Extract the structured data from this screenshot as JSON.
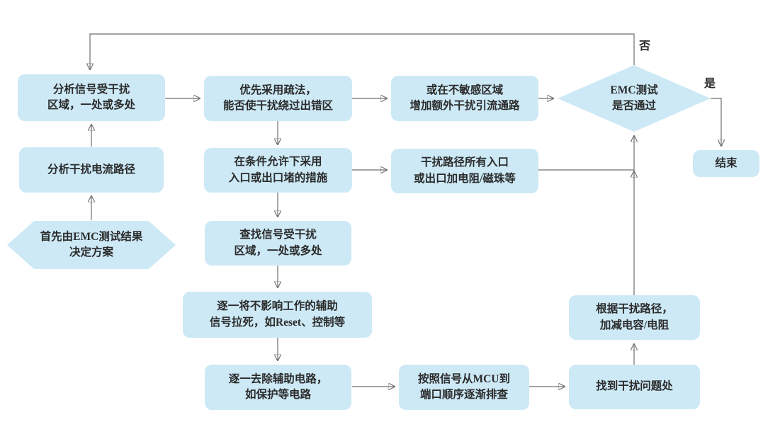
{
  "flowchart": {
    "nodes": {
      "analyze_area": {
        "label": "分析信号受干扰\n区域，一处或多处"
      },
      "analyze_path": {
        "label": "分析干扰电流路径"
      },
      "start_hexagon": {
        "label": "首先由EMC测试结果\n决定方案"
      },
      "prefer_divert": {
        "label": "优先采用疏法，\n能否使干扰绕过出错区"
      },
      "block_measure": {
        "label": "在条件允许下采用\n入口或出口堵的措施"
      },
      "find_area": {
        "label": "查找信号受干扰\n区域，一处或多处"
      },
      "pull_signals": {
        "label": "逐一将不影响工作的辅助\n信号拉死，如Reset、控制等"
      },
      "remove_aux": {
        "label": "逐一去除辅助电路，\n如保护等电路"
      },
      "extra_path": {
        "label": "或在不敏感区域\n增加额外干扰引流通路"
      },
      "add_resistor": {
        "label": "干扰路径所有入口\n或出口加电阻/磁珠等"
      },
      "check_mcu": {
        "label": "按照信号从MCU到\n端口顺序逐渐排查"
      },
      "find_problem": {
        "label": "找到干扰问题处"
      },
      "adjust_rc": {
        "label": "根据干扰路径，\n加减电容/电阻"
      },
      "emc_decision": {
        "label": "EMC测试\n是否通过"
      },
      "end": {
        "label": "结束"
      }
    },
    "edge_labels": {
      "no": "否",
      "yes": "是"
    },
    "colors": {
      "node_fill": "#cde9f6",
      "line": "#6e6e6e",
      "arrow": "#151515",
      "text": "#2b2b2b",
      "background": "#ffffff"
    }
  }
}
